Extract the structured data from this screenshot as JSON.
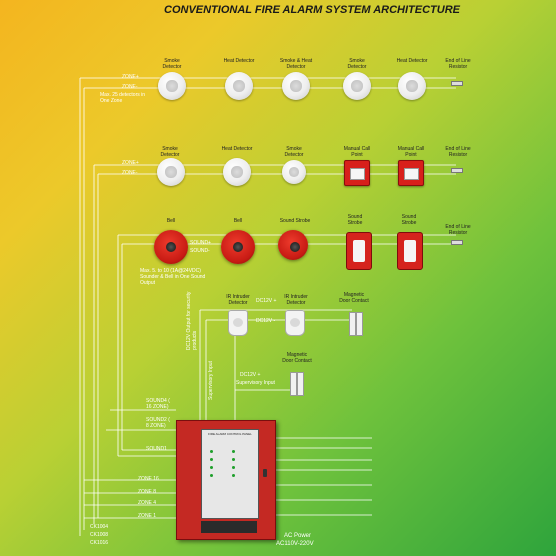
{
  "title": "CONVENTIONAL FIRE ALARM SYSTEM ARCHITECTURE",
  "row1": {
    "devices": [
      "Smoke Detector",
      "Heat Detector",
      "Smoke & Heat Detector",
      "Smoke Detector",
      "Heat Detector"
    ],
    "eol": "End of Line Resistor",
    "zone_plus": "ZONE+",
    "zone_minus": "ZONE-",
    "note": "Max. 25 detectors in One Zone"
  },
  "row2": {
    "devices": [
      "Smoke Detector",
      "Heat Detector",
      "Smoke Detector",
      "Manual Call Point",
      "Manual Call Point"
    ],
    "eol": "End of Line Resistor",
    "zone_plus": "ZONE+",
    "zone_minus": "ZONE-"
  },
  "row3": {
    "devices": [
      "Bell",
      "Bell",
      "Sound Strobe",
      "Sound Strobe",
      "Sound Strobe"
    ],
    "eol": "End of Line Resistor",
    "sound_plus": "SOUND+",
    "sound_minus": "SOUND-",
    "note": "Max. 5. to 10 (1A@24VDC) Sounder & Bell in One Sound Output"
  },
  "row4": {
    "ir1": "IR Intruder Detector",
    "ir2": "IR Intruder Detector",
    "dc1": "DC12V +",
    "dc2": "DC12V -",
    "mag": "Magnetic Door Contact",
    "vert1": "DC12V Output for security products",
    "vert2": "Supervisory Input"
  },
  "row5": {
    "dc": "DC12V +",
    "supervisory": "Supervisory Input",
    "mag": "Magnetic Door Contact"
  },
  "left_labels": [
    "SOUND4 ( 16 ZONE)",
    "SOUND2 ( 8 ZONE)",
    "SOUND1",
    "ZONE 16",
    "ZONE 8",
    "ZONE 4",
    "ZONE 1"
  ],
  "models": [
    "CK1004",
    "CK1008",
    "CK1016"
  ],
  "right_outputs": [
    "",
    "",
    "",
    "",
    "",
    "",
    ""
  ],
  "ac_power_line1": "AC Power",
  "ac_power_line2": "AC110V-220V",
  "panel_title": "FIRE ALARM CONTROL PANEL"
}
